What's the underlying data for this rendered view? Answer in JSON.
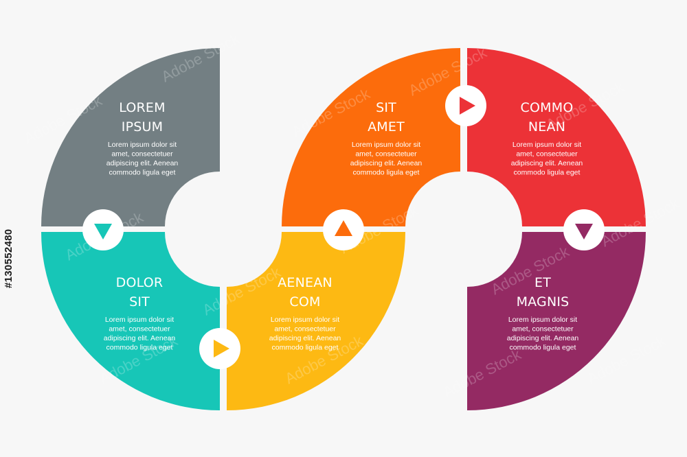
{
  "segments": [
    {
      "id": "lorem-ipsum",
      "title": [
        "LOREM",
        "IPSUM"
      ],
      "color": "#737f83",
      "body": [
        "Lorem ipsum dolor sit",
        "amet, consectetuer",
        "adipiscing elit. Aenean",
        "commodo ligula eget"
      ]
    },
    {
      "id": "dolor-sit",
      "title": [
        "DOLOR",
        "SIT"
      ],
      "color": "#17c6b7",
      "body": [
        "Lorem ipsum dolor sit",
        "amet, consectetuer",
        "adipiscing elit. Aenean",
        "commodo ligula eget"
      ]
    },
    {
      "id": "aenean-com",
      "title": [
        "AENEAN",
        "COM"
      ],
      "color": "#fdb913",
      "body": [
        "Lorem ipsum dolor sit",
        "amet, consectetuer",
        "adipiscing elit. Aenean",
        "commodo ligula eget"
      ]
    },
    {
      "id": "sit-amet",
      "title": [
        "SIT",
        "AMET"
      ],
      "color": "#fc6c0c",
      "body": [
        "Lorem ipsum dolor sit",
        "amet, consectetuer",
        "adipiscing elit. Aenean",
        "commodo ligula eget"
      ]
    },
    {
      "id": "commo-nean",
      "title": [
        "COMMO",
        "NEAN"
      ],
      "color": "#ec3237",
      "body": [
        "Lorem ipsum dolor sit",
        "amet, consectetuer",
        "adipiscing elit. Aenean",
        "commodo ligula eget"
      ]
    },
    {
      "id": "et-magnis",
      "title": [
        "ET",
        "MAGNIS"
      ],
      "color": "#942a63",
      "body": [
        "Lorem ipsum dolor sit",
        "amet, consectetuer",
        "adipiscing elit. Aenean",
        "commodo ligula eget"
      ]
    }
  ],
  "arrows": [
    {
      "id": "arrow-1",
      "direction": "down",
      "color": "#17c6b7"
    },
    {
      "id": "arrow-2",
      "direction": "right",
      "color": "#fdb913"
    },
    {
      "id": "arrow-3",
      "direction": "up",
      "color": "#fc6c0c"
    },
    {
      "id": "arrow-4",
      "direction": "right",
      "color": "#ec3237"
    },
    {
      "id": "arrow-5",
      "direction": "down",
      "color": "#942a63"
    }
  ],
  "watermark_text": "Adobe Stock",
  "stock_id": "#130552480"
}
